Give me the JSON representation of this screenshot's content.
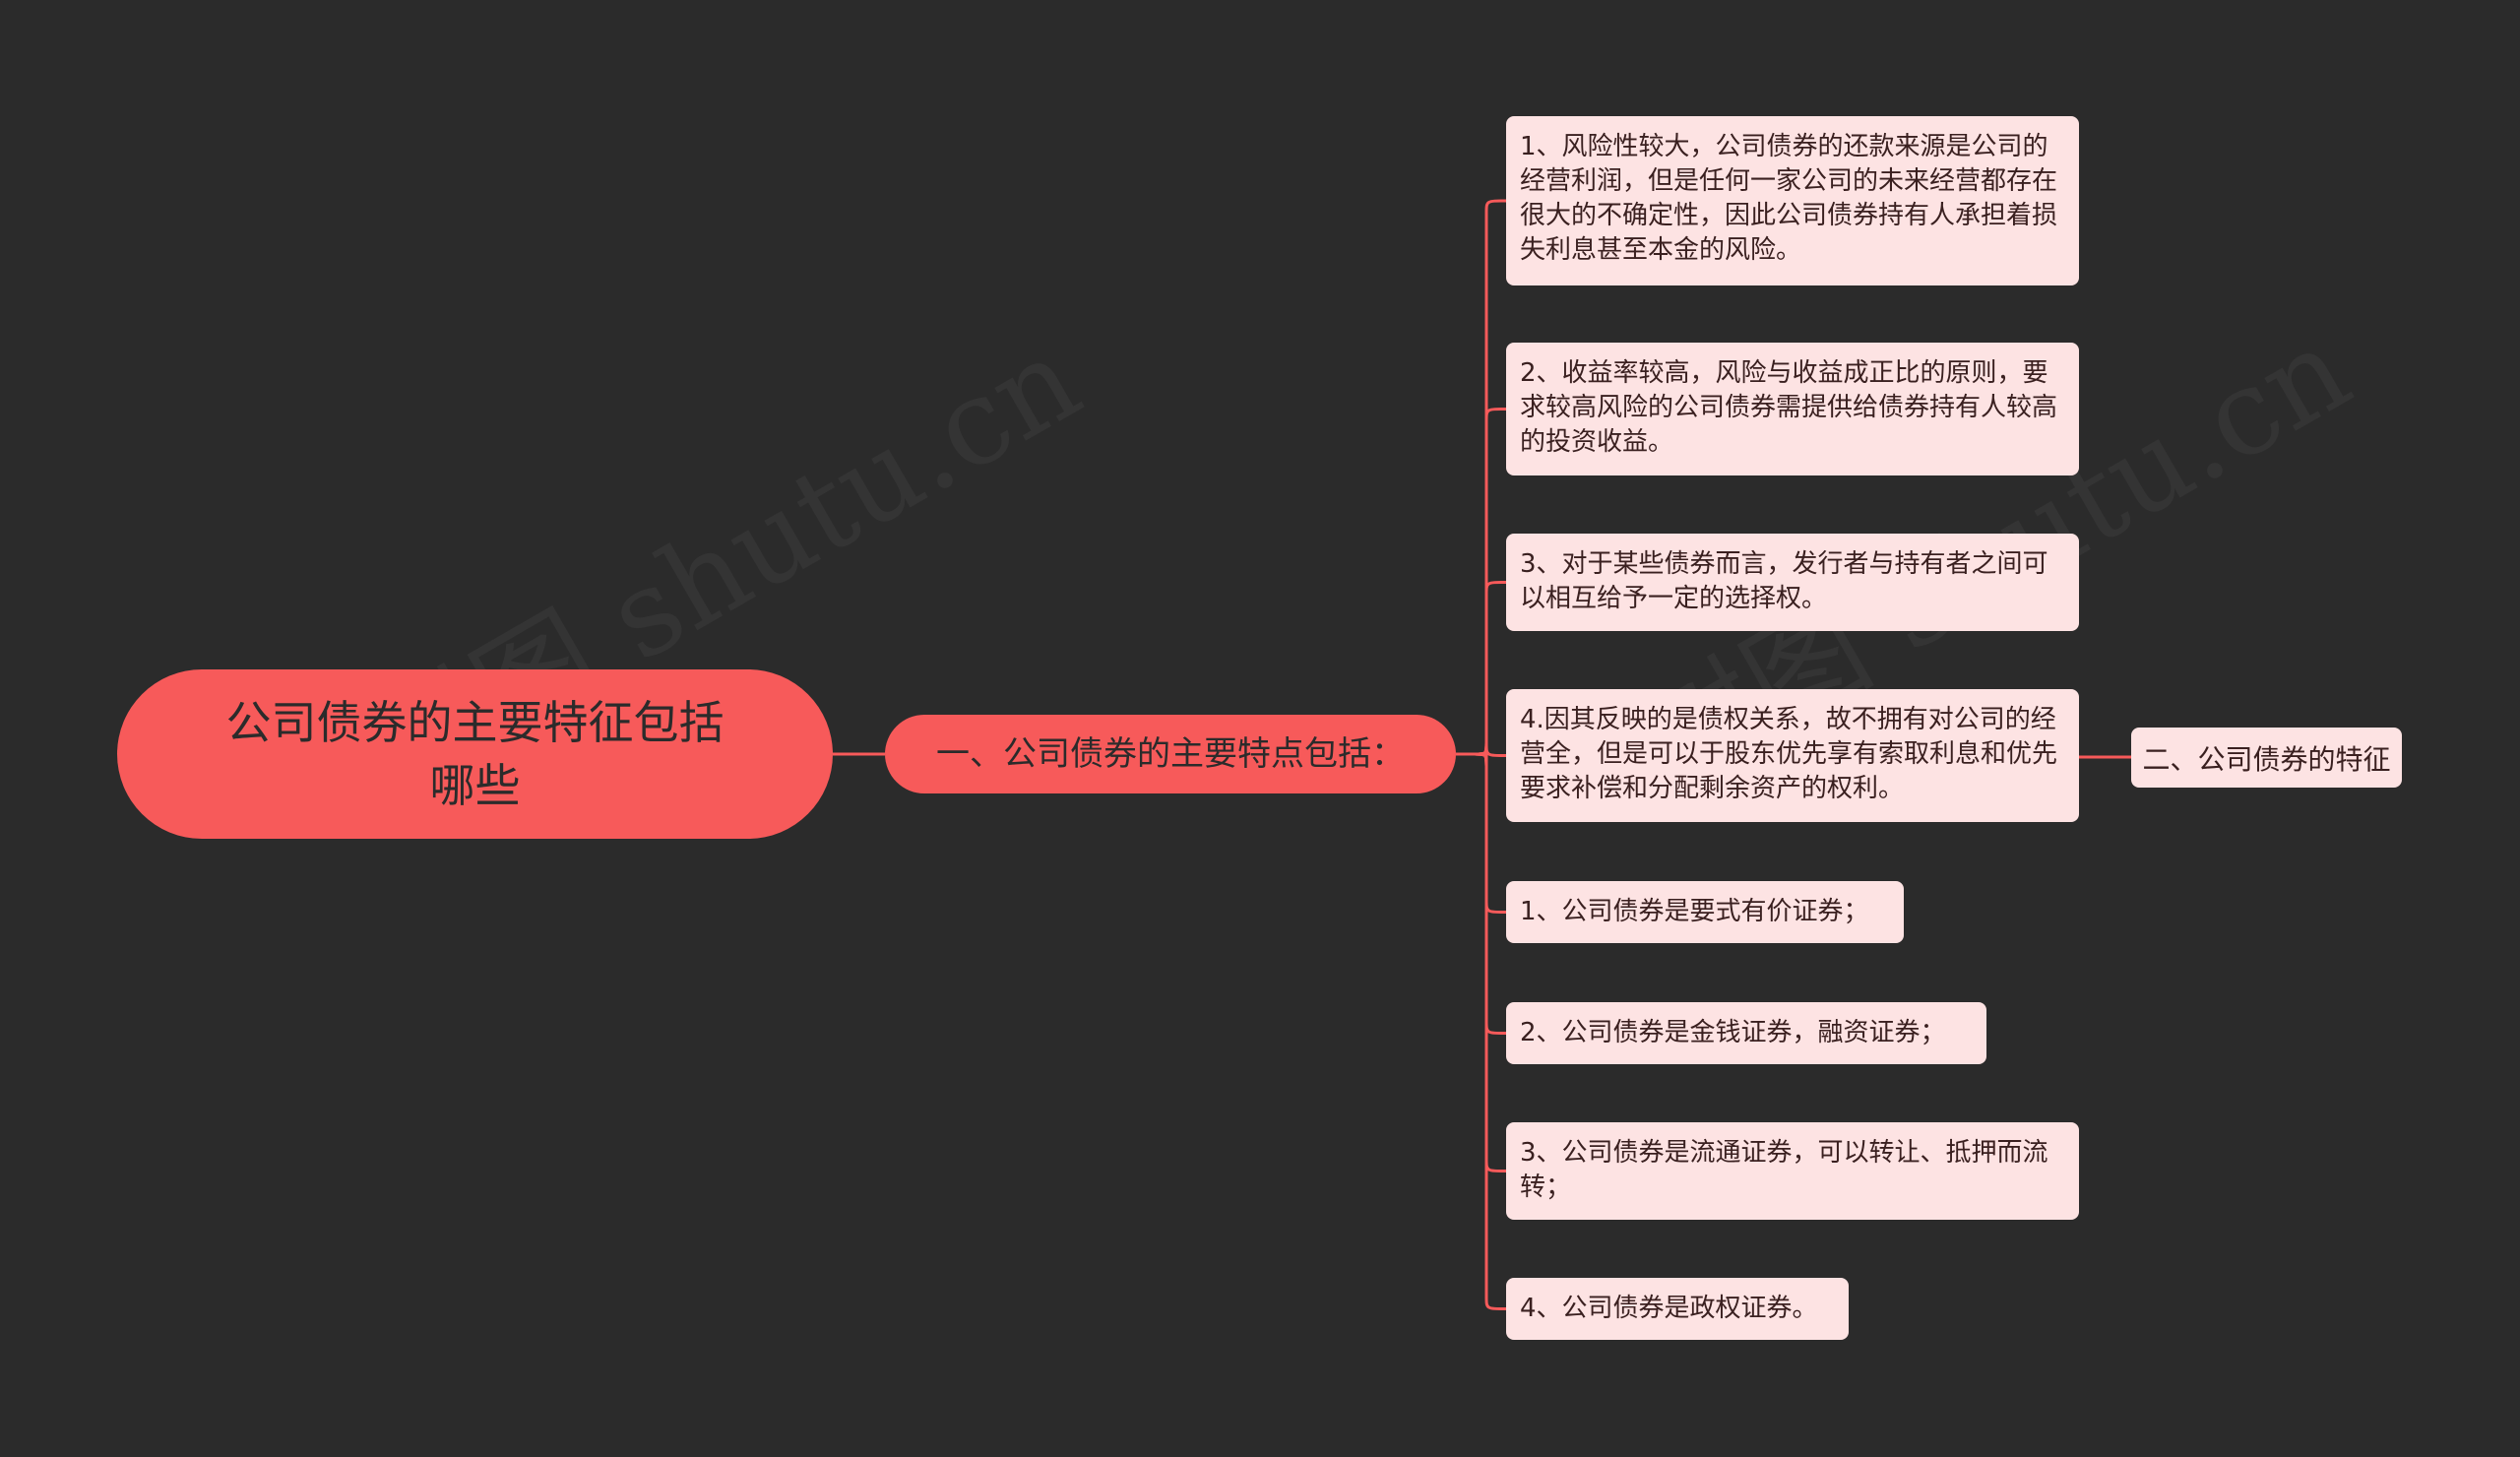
{
  "root": {
    "label": "公司债券的主要特征包括哪些"
  },
  "branch": {
    "label": "一、公司债券的主要特点包括："
  },
  "leaves": [
    "1、风险性较大，公司债券的还款来源是公司的经营利润，但是任何一家公司的未来经营都存在很大的不确定性，因此公司债券持有人承担着损失利息甚至本金的风险。",
    "2、收益率较高，风险与收益成正比的原则，要求较高风险的公司债券需提供给债券持有人较高的投资收益。",
    "3、对于某些债券而言，发行者与持有者之间可以相互给予一定的选择权。",
    "4.因其反映的是债权关系，故不拥有对公司的经营全，但是可以于股东优先享有索取利息和优先要求补偿和分配剩余资产的权利。",
    "1、公司债券是要式有价证券；",
    "2、公司债券是金钱证券，融资证券；",
    "3、公司债券是流通证券，可以转让、抵押而流转；",
    "4、公司债券是政权证券。"
  ],
  "sub_node": {
    "label": "二、公司债券的特征"
  },
  "colors": {
    "background": "#2b2b2b",
    "accent": "#f75a5a",
    "leaf_fill": "#fde3e3",
    "connector": "#f75a5a"
  }
}
